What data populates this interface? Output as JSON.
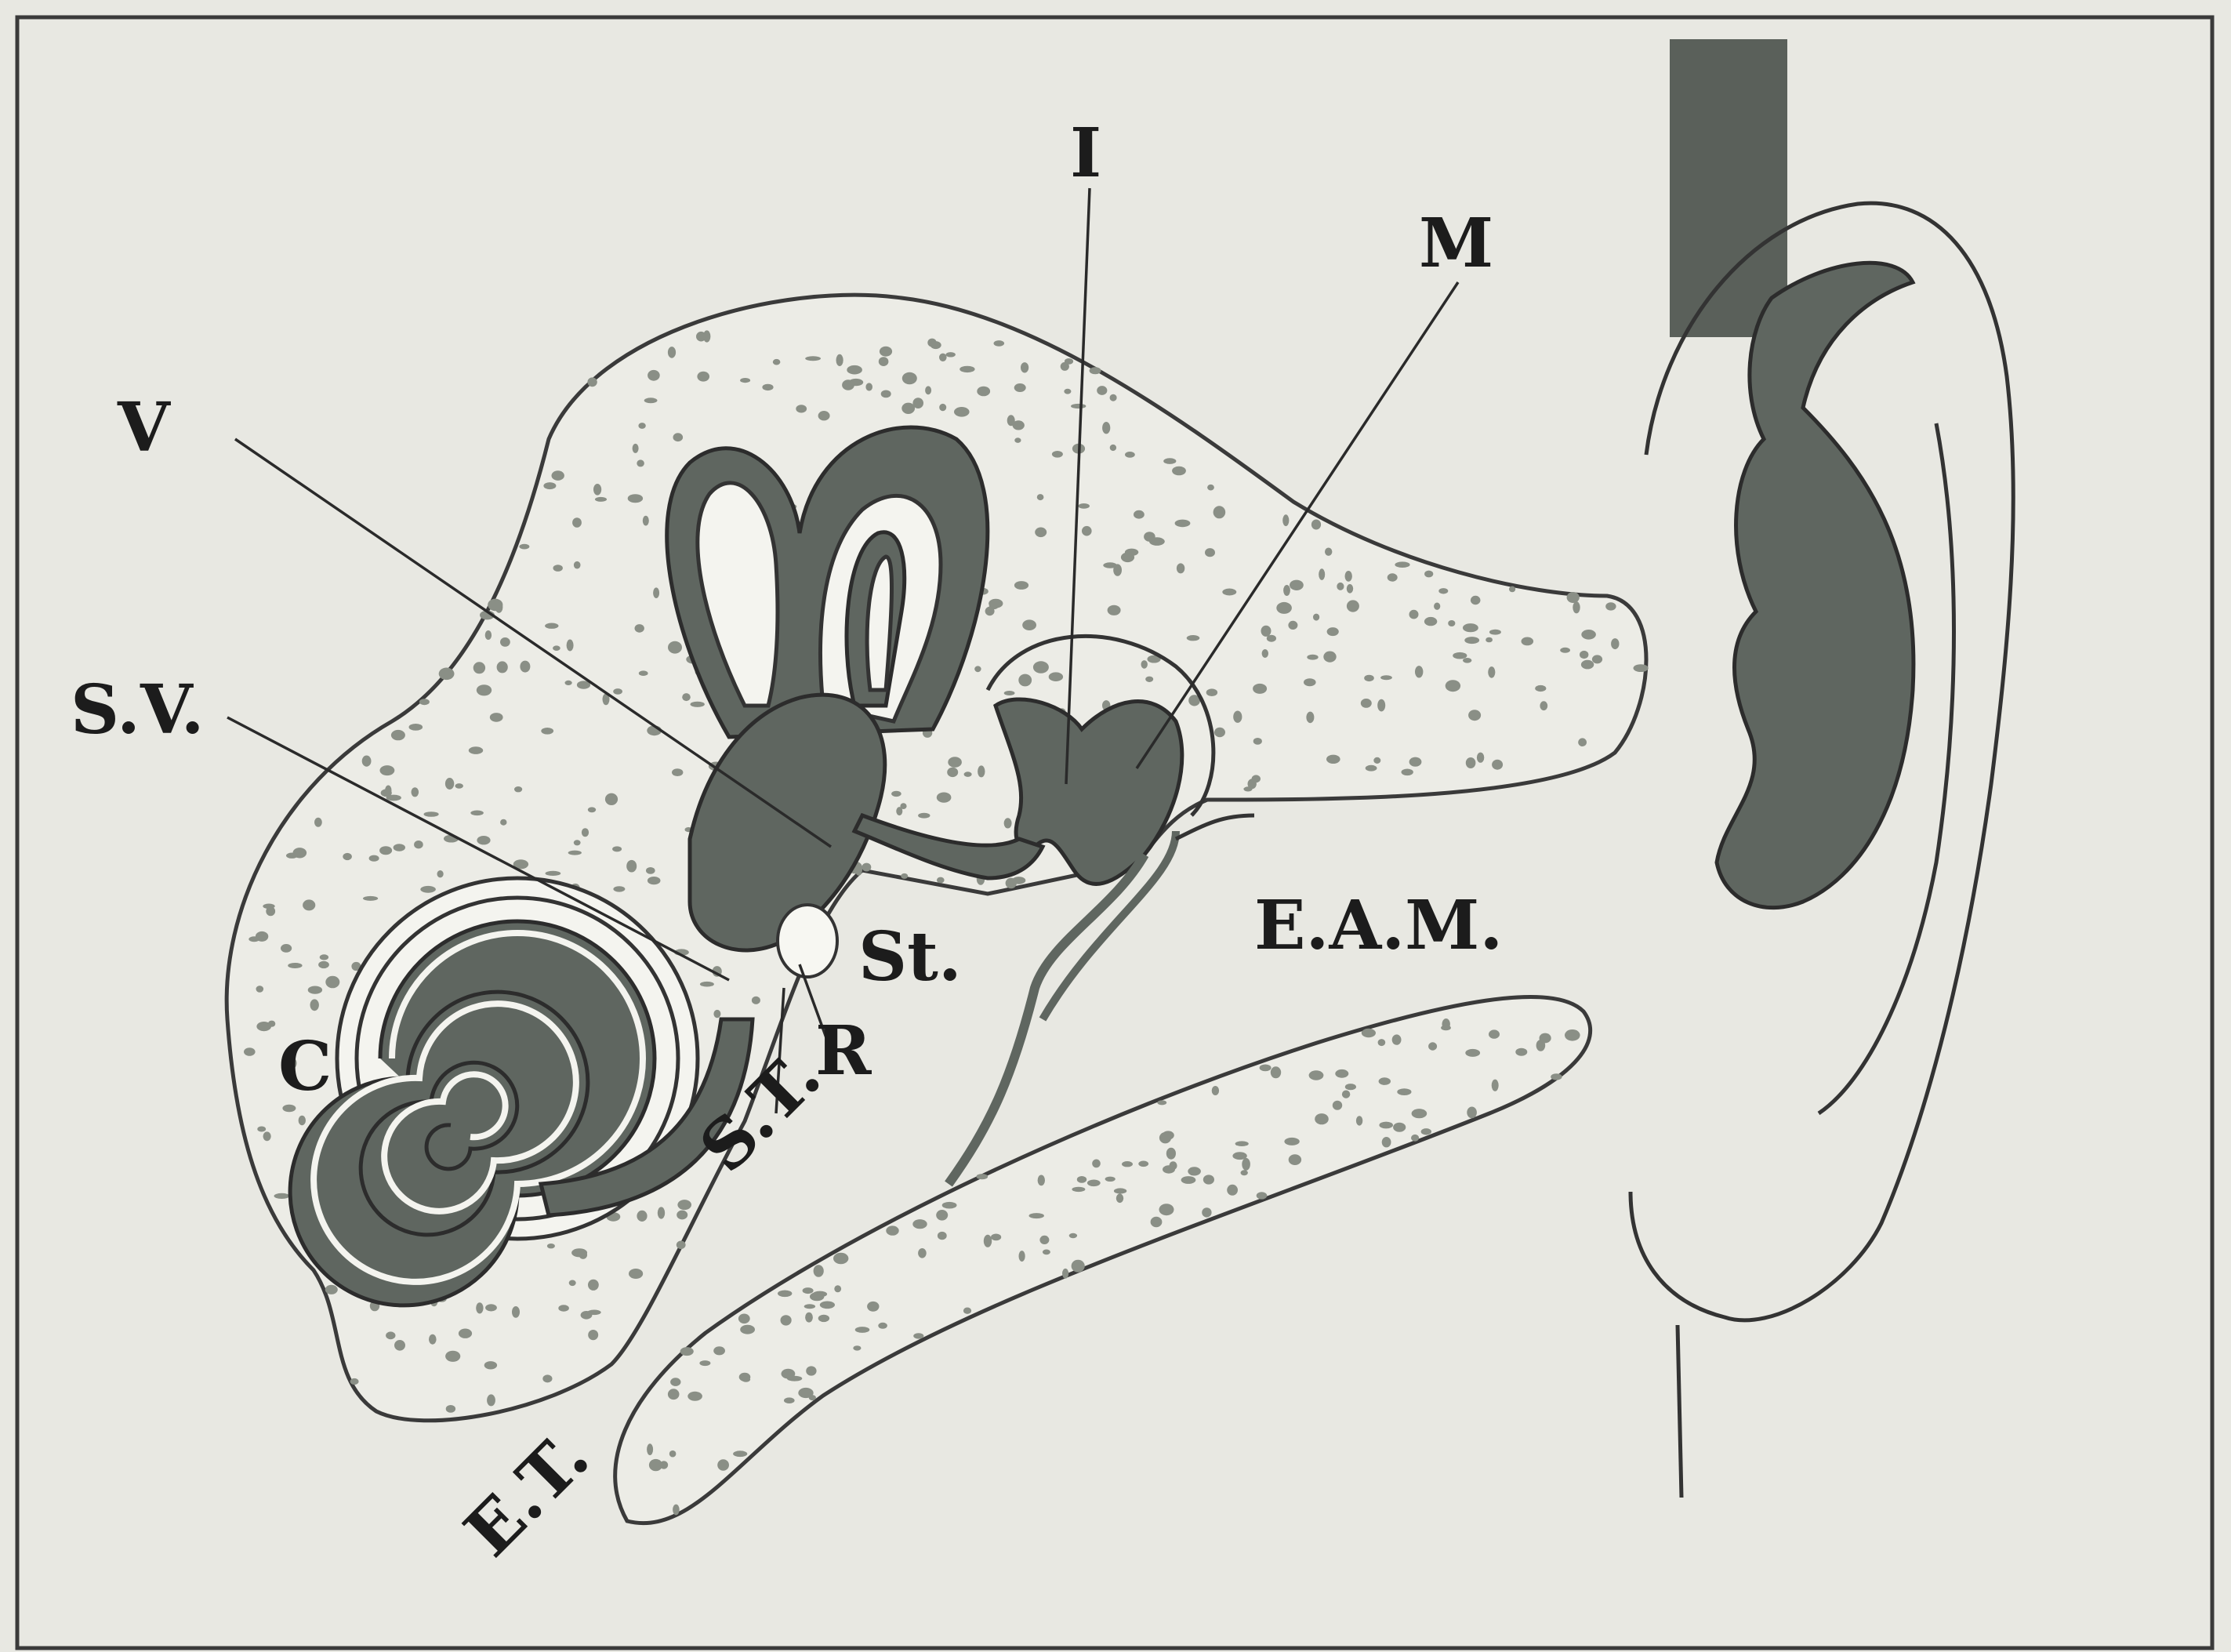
{
  "labels": {
    "v": "V",
    "sv": "S.V.",
    "c": "C",
    "i": "I",
    "m": "M",
    "st_upper": "St.",
    "eam": "E.A.M.",
    "r": "R",
    "st_lower": "S.T.",
    "et": "E.T."
  },
  "colors": {
    "background": "#e8e8e2",
    "ink": "#2c2c2c",
    "dark_fill": "#5f6660",
    "bone_fill": "#ecece6",
    "stipple": "#8a8f86"
  }
}
